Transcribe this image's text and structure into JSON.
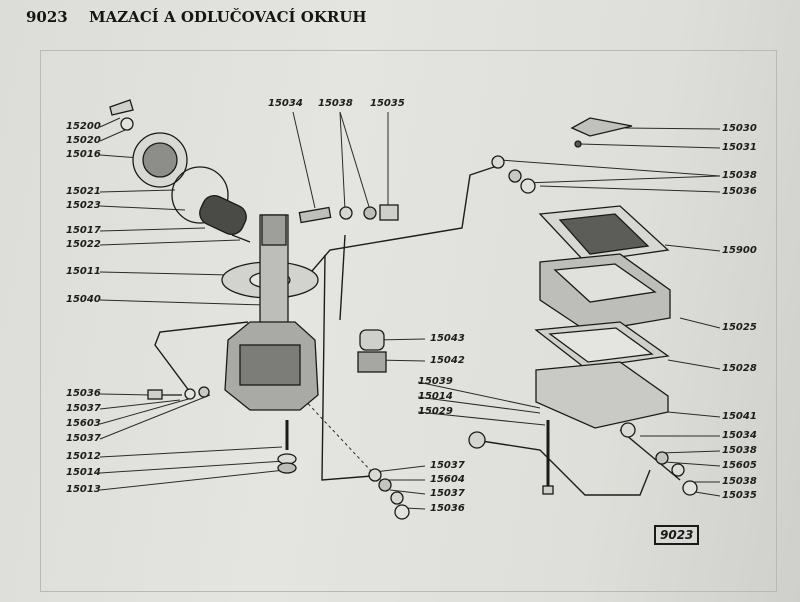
{
  "header": {
    "page_number": "9023",
    "title": "MAZACÍ A ODLUČOVACÍ OKRUH"
  },
  "figure_badge": "9023",
  "labels_left": {
    "l15200": "15200",
    "l15020": "15020",
    "l15016": "15016",
    "l15021": "15021",
    "l15023": "15023",
    "l15017": "15017",
    "l15022": "15022",
    "l15011": "15011",
    "l15040": "15040",
    "l15036": "15036",
    "l15037a": "15037",
    "l15603": "15603",
    "l15037b": "15037",
    "l15012": "15012",
    "l15014": "15014",
    "l15013": "15013"
  },
  "labels_top": {
    "l15034": "15034",
    "l15038": "15038",
    "l15035": "15035"
  },
  "labels_center": {
    "l15043": "15043",
    "l15042": "15042",
    "l15039": "15039",
    "l15014": "15014",
    "l15029": "15029",
    "l15037a": "15037",
    "l15604": "15604",
    "l15037b": "15037",
    "l15036": "15036"
  },
  "labels_right": {
    "l15030": "15030",
    "l15031": "15031",
    "l15038a": "15038",
    "l15036": "15036",
    "l15900": "15900",
    "l15025": "15025",
    "l15028": "15028",
    "l15041": "15041",
    "l15034": "15034",
    "l15038b": "15038",
    "l15605": "15605",
    "l15038c": "15038",
    "l15035": "15035"
  }
}
